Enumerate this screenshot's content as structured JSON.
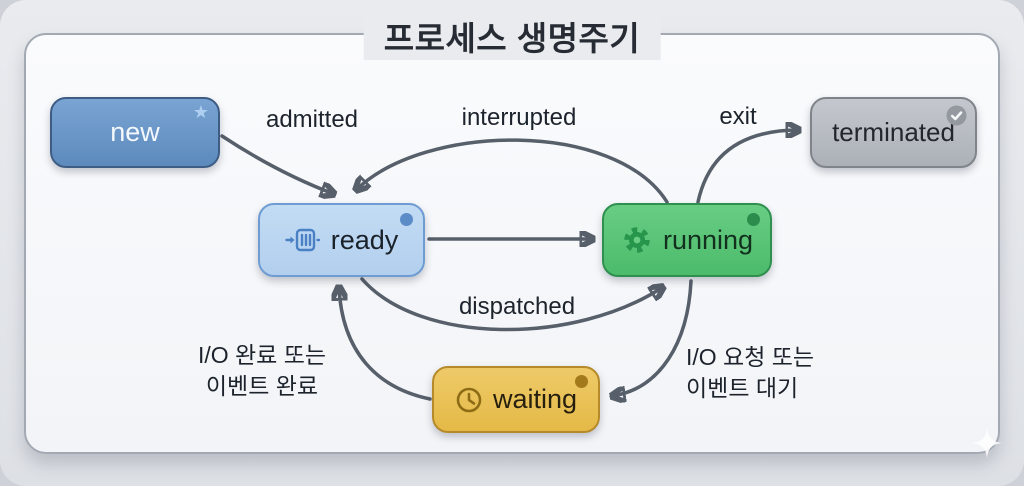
{
  "title": "프로세스 생명주기",
  "nodes": {
    "new": {
      "label": "new",
      "badge": "star-icon"
    },
    "ready": {
      "label": "ready",
      "badge": "dot",
      "icon": "queue-icon"
    },
    "running": {
      "label": "running",
      "badge": "dot",
      "icon": "gear-icon"
    },
    "waiting": {
      "label": "waiting",
      "badge": "dot",
      "icon": "clock-icon"
    },
    "terminated": {
      "label": "terminated",
      "badge": "check-icon"
    }
  },
  "edges": {
    "admitted": {
      "label": "admitted",
      "from": "new",
      "to": "ready"
    },
    "interrupted": {
      "label": "interrupted",
      "from": "running",
      "to": "ready"
    },
    "dispatch": {
      "label": "",
      "from": "ready",
      "to": "running"
    },
    "exit": {
      "label": "exit",
      "from": "running",
      "to": "terminated"
    },
    "dispatched": {
      "label": "dispatched",
      "from": "ready",
      "to": "running"
    },
    "io_complete": {
      "label_line1": "I/O 완료 또는",
      "label_line2": "이벤트 완료",
      "from": "waiting",
      "to": "ready"
    },
    "io_request": {
      "label_line1": "I/O 요청 또는",
      "label_line2": "이벤트 대기",
      "from": "running",
      "to": "waiting"
    }
  },
  "badges": {
    "star": "★"
  },
  "colors": {
    "slide_bg_top": "#e9ebef",
    "slide_bg_bottom": "#dde0e5",
    "panel_bg_top": "#fafbfd",
    "panel_bg_bottom": "#f2f4f7",
    "panel_border": "#a3a9b2",
    "title_text": "#272c34",
    "label_text": "#1d232c",
    "arrow": "#575f6a",
    "new_fill_top": "#79a4d3",
    "new_fill_bottom": "#5d8abd",
    "new_border": "#3d5d85",
    "new_text": "#f4f8fd",
    "new_star": "#aecff0",
    "ready_fill_top": "#c3dcf4",
    "ready_fill_bottom": "#b2cfee",
    "ready_border": "#6e9cd2",
    "ready_text": "#1b2129",
    "ready_accent": "#4a80c4",
    "ready_dot": "#5c8cc8",
    "running_fill_top": "#68cd83",
    "running_fill_bottom": "#4cbb6b",
    "running_border": "#2f8f4f",
    "running_text": "#12301d",
    "running_accent": "#27954c",
    "running_dot": "#2b8c4b",
    "waiting_fill_top": "#eeca68",
    "waiting_fill_bottom": "#e4b947",
    "waiting_border": "#b68a2b",
    "waiting_text": "#27200e",
    "waiting_accent": "#8e6c15",
    "waiting_dot": "#a2791b",
    "terminated_fill_top": "#c4c8ce",
    "terminated_fill_bottom": "#acb0b7",
    "terminated_border": "#7f838a",
    "terminated_text": "#23262b",
    "terminated_badge": "#94989f"
  }
}
